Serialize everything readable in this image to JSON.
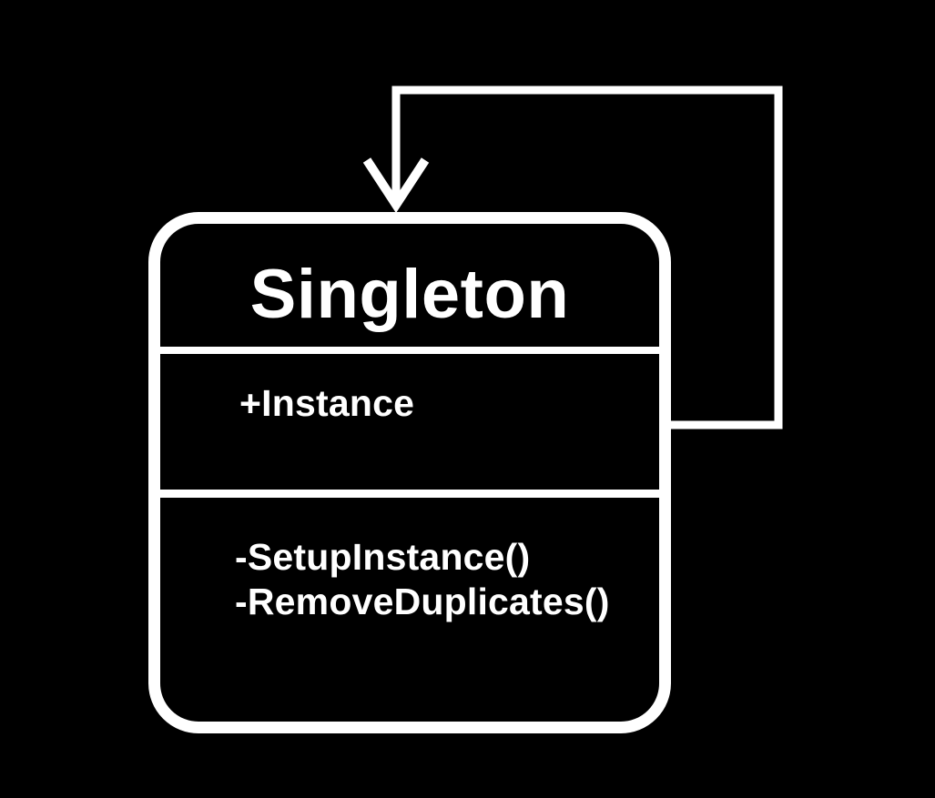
{
  "canvas": {
    "background_color": "#000000",
    "stroke_color": "#ffffff",
    "text_color": "#ffffff"
  },
  "class_box": {
    "title": "Singleton",
    "attributes": [
      "+Instance"
    ],
    "methods": [
      "-SetupInstance()",
      "-RemoveDuplicates()"
    ]
  },
  "shapes": {
    "self_reference_arrow": "uml-self-association-arrow"
  }
}
